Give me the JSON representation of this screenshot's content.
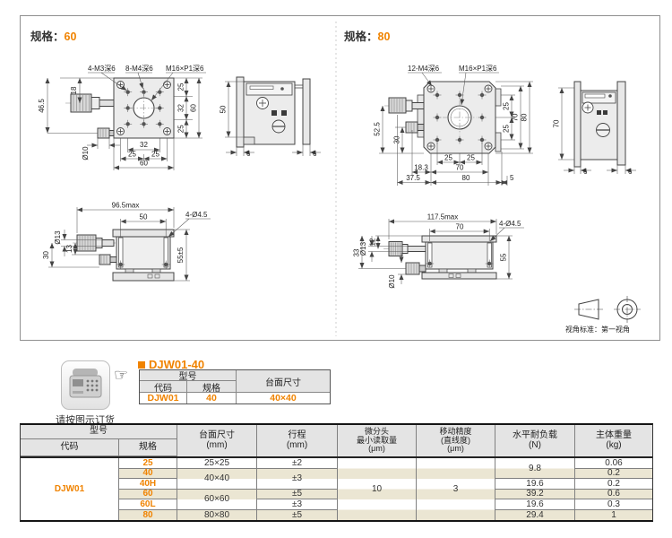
{
  "accent": "#f08300",
  "drawings": {
    "p60": {
      "title_label": "规格：",
      "title_value": "60",
      "front": {
        "lbl_m3": "4-M3深6",
        "lbl_m4": "8-M4深6",
        "lbl_m16": "M16×P1深6",
        "v18": "18",
        "v46_5": "46.5",
        "dia10": "Ø10",
        "r25a": "25",
        "r32": "32",
        "r25b": "25",
        "r60": "60",
        "b32": "32",
        "b25a": "25",
        "b25b": "25",
        "b60": "60"
      },
      "side": {
        "s50": "50",
        "s6a": "6",
        "s6b": "6"
      },
      "bottom": {
        "max": "96.5max",
        "b50": "50",
        "holes": "4-Ø4.5",
        "dia13": "Ø13",
        "v13": "13",
        "v30": "30",
        "h55": "55±5"
      }
    },
    "p80": {
      "title_label": "规格：",
      "title_value": "80",
      "front": {
        "lbl_m4": "12-M4深6",
        "lbl_m16": "M16×P1深6",
        "v52_5": "52.5",
        "v30": "30",
        "r25a": "25",
        "r25b": "25",
        "r70": "70",
        "r80": "80",
        "b25a": "25",
        "b25b": "25",
        "b18_3": "18.3",
        "b70": "70",
        "b37_5": "37.5",
        "b80": "80",
        "b5": "5"
      },
      "side": {
        "s70": "70",
        "s6a": "6",
        "s6b": "6"
      },
      "bottom": {
        "max": "117.5max",
        "b70": "70",
        "holes": "4-Ø4.5",
        "dia13": "Ø13",
        "v12": "12",
        "v33": "33",
        "dia10": "Ø10",
        "v55": "55"
      }
    },
    "projection": {
      "label": "视角标准：",
      "value": "第一视角"
    }
  },
  "order": {
    "note": "请按图示订货",
    "model_title": "DJW01-40",
    "table": {
      "h_model": "型号",
      "h_code": "代码",
      "h_spec": "规格",
      "h_size": "台面尺寸",
      "code": "DJW01",
      "spec": "40",
      "size": "40×40"
    }
  },
  "spec_table": {
    "headers": {
      "model": "型号",
      "code": "代码",
      "spec": "规格",
      "size": "台面尺寸",
      "size_unit": "(mm)",
      "travel": "行程",
      "travel_unit": "(mm)",
      "mic1": "微分头",
      "mic2": "最小读取量",
      "mic_unit": "(μm)",
      "acc1": "移动精度",
      "acc2": "(直线度)",
      "acc_unit": "(μm)",
      "load": "水平耐负载",
      "load_unit": "(N)",
      "weight": "主体重量",
      "weight_unit": "(kg)"
    },
    "code": "DJW01",
    "specs": [
      "25",
      "40",
      "40H",
      "60",
      "60L",
      "80"
    ],
    "sizes": [
      "25×25",
      "40×40",
      "60×60",
      "80×80"
    ],
    "travels": [
      "±2",
      "±3",
      "±5",
      "±3",
      "±5"
    ],
    "mic": "10",
    "acc": "3",
    "loads": [
      "9.8",
      "19.6",
      "39.2",
      "19.6",
      "29.4"
    ],
    "weights": [
      "0.06",
      "0.2",
      "0.2",
      "0.6",
      "0.3",
      "1"
    ]
  }
}
